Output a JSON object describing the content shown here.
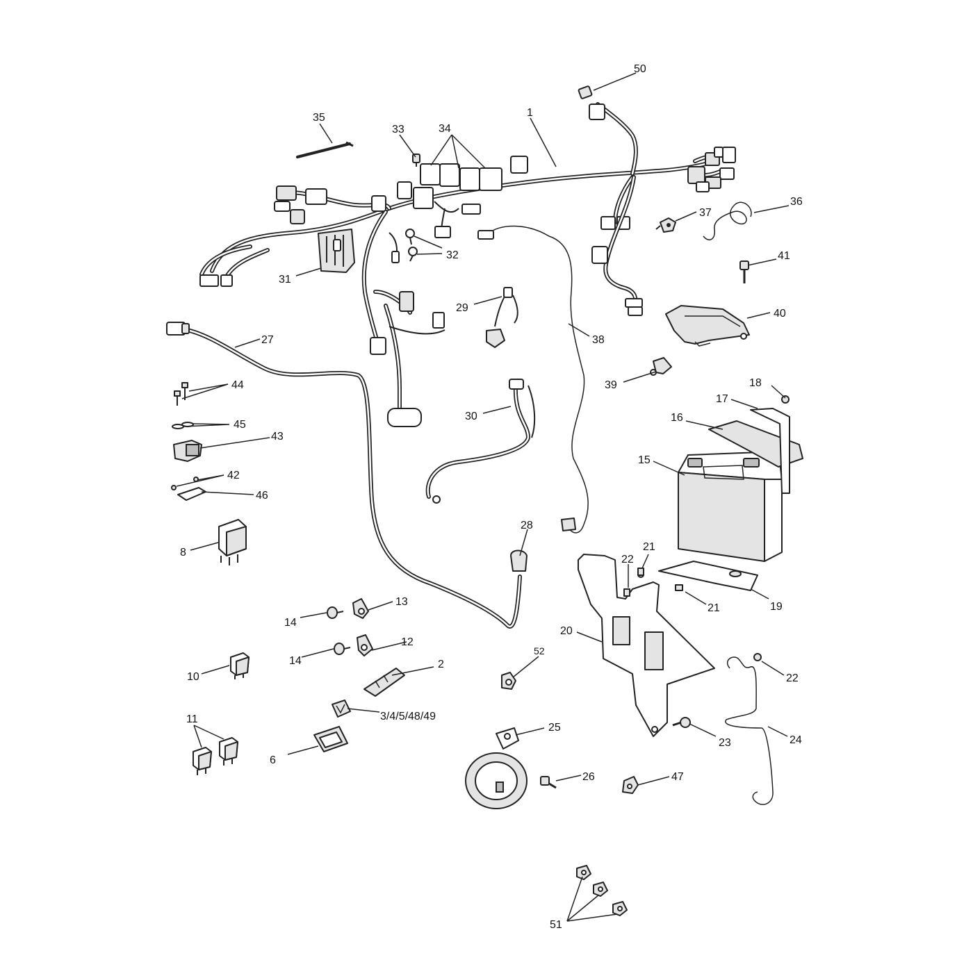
{
  "diagram": {
    "callouts": [
      "1",
      "50",
      "35",
      "33",
      "34",
      "36",
      "37",
      "41",
      "32",
      "31",
      "29",
      "38",
      "40",
      "27",
      "39",
      "44",
      "18",
      "17",
      "45",
      "16",
      "30",
      "43",
      "15",
      "42",
      "46",
      "8",
      "28",
      "21",
      "22",
      "19",
      "13",
      "14",
      "20",
      "12",
      "52",
      "22",
      "2",
      "10",
      "3/4/5/48/49",
      "25",
      "11",
      "23",
      "24",
      "6",
      "26",
      "47",
      "51"
    ]
  }
}
